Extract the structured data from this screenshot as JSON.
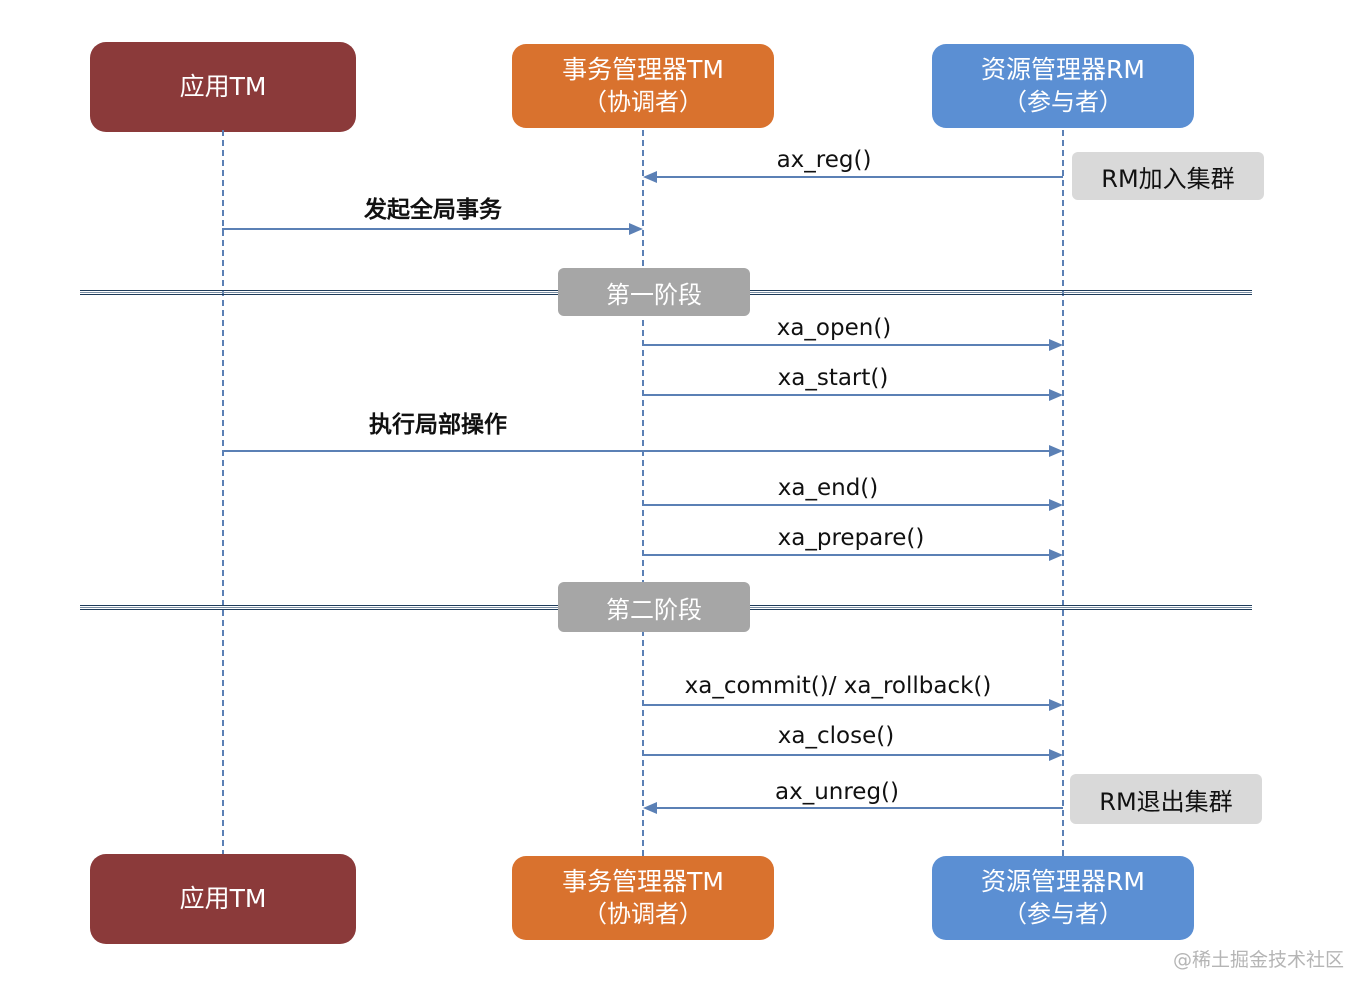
{
  "actors": {
    "app": {
      "name": "应用TM"
    },
    "tm": {
      "name": "事务管理器TM",
      "role": "（协调者）"
    },
    "rm": {
      "name": "资源管理器RM",
      "role": "（参与者）"
    }
  },
  "messages": [
    {
      "label": "ax_reg()",
      "from": "rm",
      "to": "tm"
    },
    {
      "label": "发起全局事务",
      "from": "app",
      "to": "tm"
    },
    {
      "label": "xa_open()",
      "from": "tm",
      "to": "rm"
    },
    {
      "label": "xa_start()",
      "from": "tm",
      "to": "rm"
    },
    {
      "label": "执行局部操作",
      "from": "app",
      "to": "rm"
    },
    {
      "label": "xa_end()",
      "from": "tm",
      "to": "rm"
    },
    {
      "label": "xa_prepare()",
      "from": "tm",
      "to": "rm"
    },
    {
      "label": "xa_commit()/ xa_rollback()",
      "from": "tm",
      "to": "rm"
    },
    {
      "label": "xa_close()",
      "from": "tm",
      "to": "rm"
    },
    {
      "label": "ax_unreg()",
      "from": "rm",
      "to": "tm"
    }
  ],
  "phases": [
    "第一阶段",
    "第二阶段"
  ],
  "notes": [
    "RM加入集群",
    "RM退出集群"
  ],
  "watermark": "@稀土掘金技术社区",
  "colors": {
    "app": "#8b3a3a",
    "tm": "#d9722e",
    "rm": "#5b8fd3",
    "arrow": "#5b80b5",
    "phase": "#a6a6a6",
    "note": "#d9d9d9"
  }
}
